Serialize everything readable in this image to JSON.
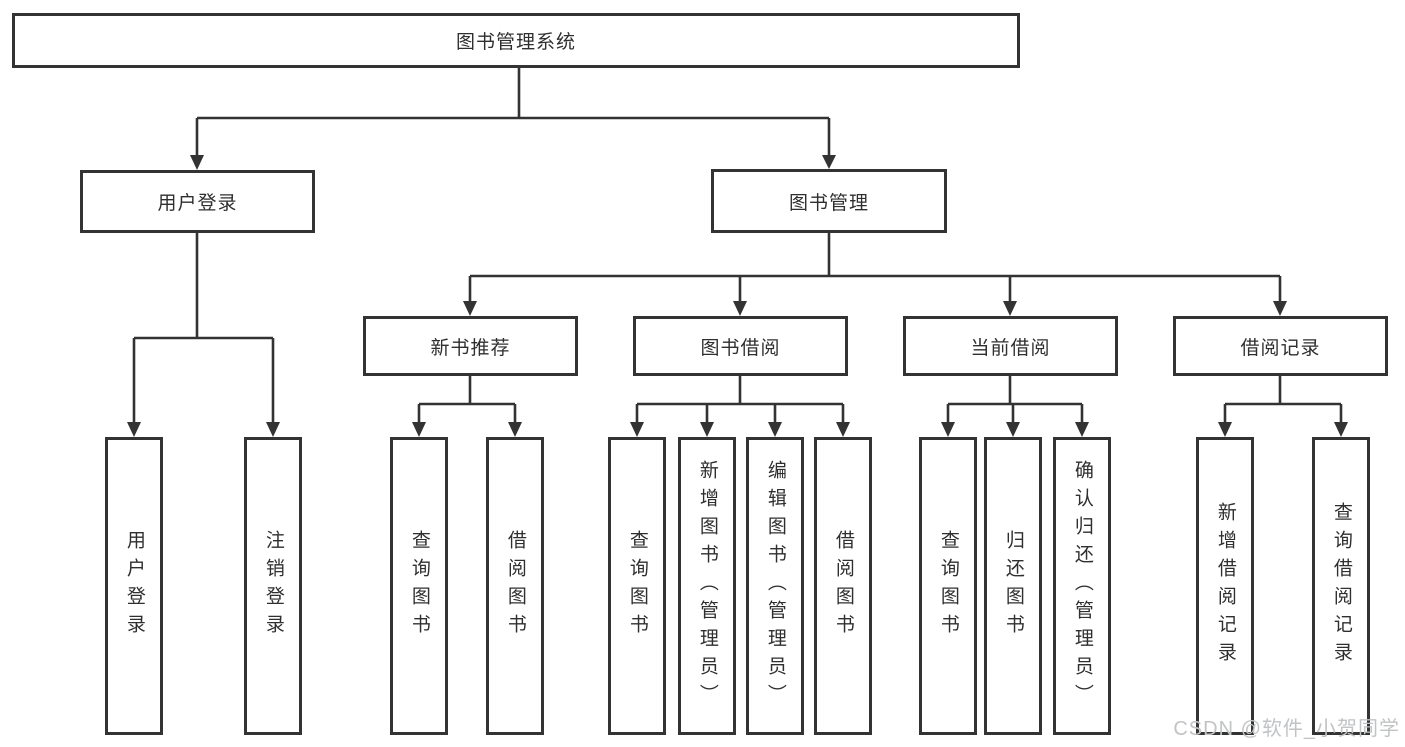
{
  "tree": {
    "root": {
      "label": "图书管理系统",
      "children": [
        {
          "label": "用户登录",
          "children": [
            {
              "label": "用户登录"
            },
            {
              "label": "注销登录"
            }
          ]
        },
        {
          "label": "图书管理",
          "children": [
            {
              "label": "新书推荐",
              "children": [
                {
                  "label": "查询图书"
                },
                {
                  "label": "借阅图书"
                }
              ]
            },
            {
              "label": "图书借阅",
              "children": [
                {
                  "label": "查询图书"
                },
                {
                  "label": "新增图书（管理员）"
                },
                {
                  "label": "编辑图书（管理员）"
                },
                {
                  "label": "借阅图书"
                }
              ]
            },
            {
              "label": "当前借阅",
              "children": [
                {
                  "label": "查询图书"
                },
                {
                  "label": "归还图书"
                },
                {
                  "label": "确认归还（管理员）"
                }
              ]
            },
            {
              "label": "借阅记录",
              "children": [
                {
                  "label": "新增借阅记录"
                },
                {
                  "label": "查询借阅记录"
                }
              ]
            }
          ]
        }
      ]
    }
  },
  "watermark": {
    "text": "CSDN @软件_小贺同学"
  },
  "colors": {
    "line": "#333333",
    "box_border": "#333333",
    "text": "#2f2f2f",
    "watermark": "#c1c3c5",
    "background": "#ffffff"
  }
}
